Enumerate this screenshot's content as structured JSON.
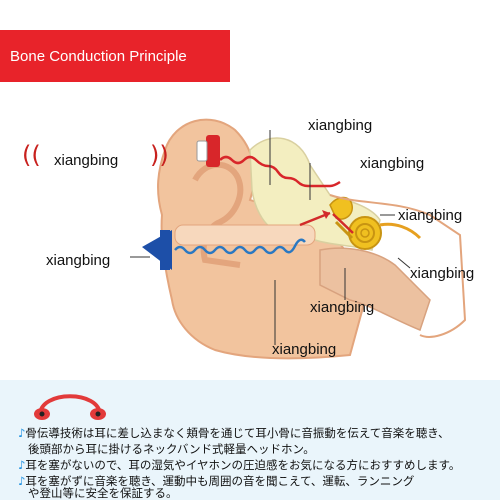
{
  "banner": {
    "title": "Bone Conduction Principle"
  },
  "labels": [
    "xiangbing",
    "xiangbing",
    "xiangbing",
    "xiangbing",
    "xiangbing",
    "xiangbing",
    "xiangbing",
    "xiangbing"
  ],
  "footer": {
    "note_symbol": "♪",
    "lines": [
      "骨伝導技術は耳に差し込まなく頬骨を通じて耳小骨に音振動を伝えて音楽を聴き、",
      "後頭部から耳に掛けるネックバンド式軽量ヘッドホン。",
      "耳を塞がないので、耳の湿気やイヤホンの圧迫感をお気になる方におすすめします。",
      "耳を塞がずに音楽を聴き、運動中も周囲の音を聞こえて、運転、ランニング",
      "や登山等に安全を保証する。"
    ]
  },
  "colors": {
    "banner": "#e8232a",
    "skin": "#f2c49e",
    "skin_dark": "#e3a57d",
    "bone": "#f3eec0",
    "wave_red": "#d8262a",
    "wave_blue": "#2a78c2",
    "speaker_blue": "#1d4fa8",
    "arrow_red": "#d22a2a",
    "footer_bg": "#eaf5fb",
    "note": "#1b8fe0"
  }
}
